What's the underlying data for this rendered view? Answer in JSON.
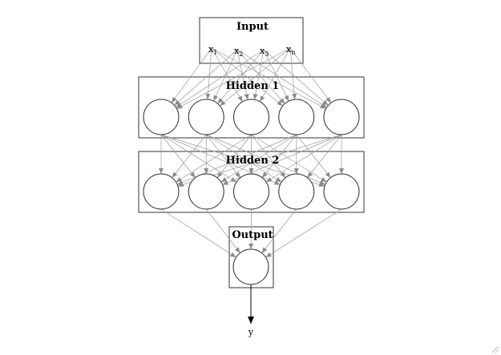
{
  "layers": {
    "input": {
      "title": "Input",
      "variables": [
        {
          "base": "x",
          "sub": "1"
        },
        {
          "base": "x",
          "sub": "2"
        },
        {
          "base": "x",
          "sub": "3"
        },
        {
          "base": "x",
          "sub": "n"
        }
      ]
    },
    "hidden1": {
      "title": "Hidden 1",
      "neurons": 5
    },
    "hidden2": {
      "title": "Hidden 2",
      "neurons": 5
    },
    "output": {
      "title": "Output",
      "neurons": 1
    }
  },
  "result_label": "y",
  "colors": {
    "edge": "#9a9a9a",
    "border": "#333333",
    "text": "#000000"
  }
}
